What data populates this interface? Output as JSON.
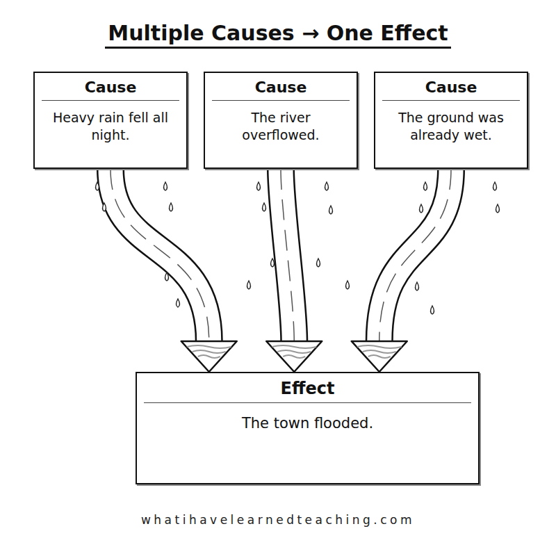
{
  "diagram": {
    "title": "Multiple Causes → One Effect",
    "nodes": [
      {
        "text": [
          "Cause",
          "Heavy rain fell all night."
        ]
      },
      {
        "text": [
          "Cause",
          "The river overflowed."
        ]
      },
      {
        "text": [
          "Cause",
          "The ground was already wet."
        ]
      },
      {
        "text": [
          "Effect",
          "The town flooded."
        ]
      }
    ],
    "edges": [
      {
        "from": 0,
        "to": 3,
        "arrow": "to"
      },
      {
        "from": 1,
        "to": 3,
        "arrow": "to"
      },
      {
        "from": 2,
        "to": 3,
        "arrow": "to"
      }
    ],
    "labels": [
      "whatihavelearnedteaching.com"
    ]
  }
}
